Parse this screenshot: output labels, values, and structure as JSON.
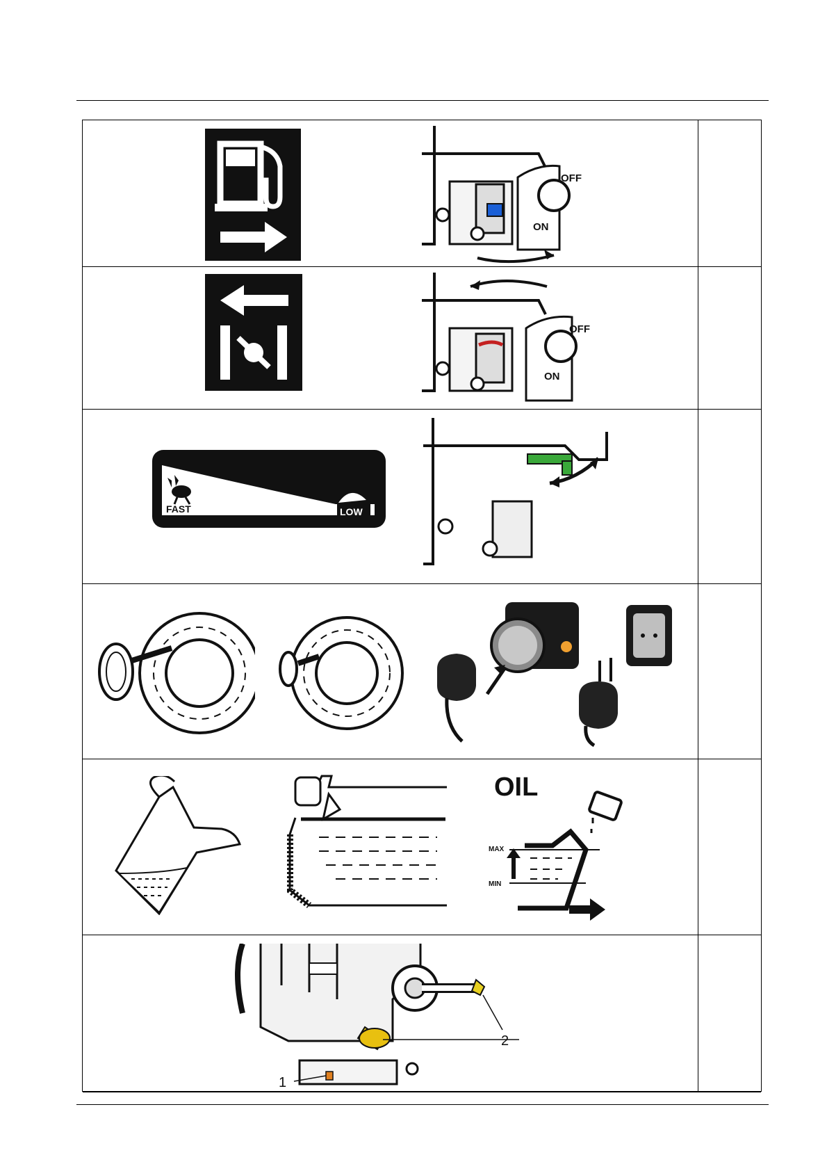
{
  "rows": [
    {
      "id": "fuel-valve"
    },
    {
      "id": "choke"
    },
    {
      "id": "throttle",
      "throttle_label": {
        "fast": "FAST",
        "low": "LOW"
      }
    },
    {
      "id": "starting"
    },
    {
      "id": "oil"
    },
    {
      "id": "drain"
    }
  ],
  "switch": {
    "off": "OFF",
    "on": "ON"
  },
  "oil": {
    "title": "OIL",
    "max": "MAX",
    "min": "MIN"
  },
  "drain": {
    "callout_1": "1",
    "callout_2": "2"
  }
}
